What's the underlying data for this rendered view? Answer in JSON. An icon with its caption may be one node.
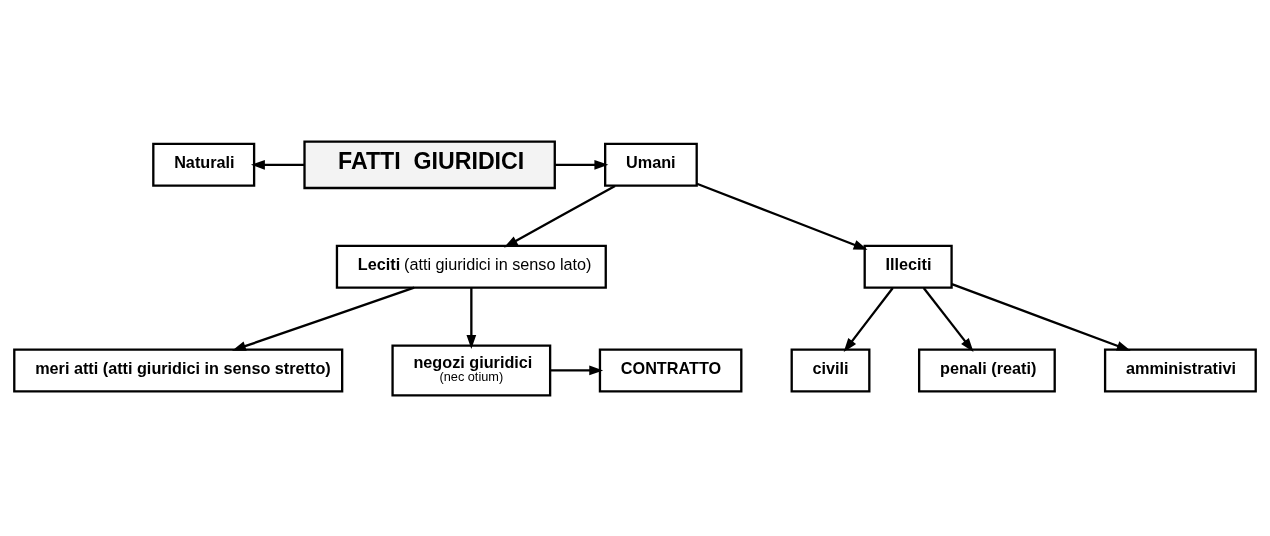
{
  "diagram": {
    "nodes": [
      {
        "text": [
          "FATTI  GIURIDICI"
        ]
      },
      {
        "text": [
          "Naturali"
        ]
      },
      {
        "text": [
          "Umani"
        ]
      },
      {
        "text": [
          "**Leciti** (atti giuridici in senso lato)"
        ]
      },
      {
        "text": [
          "Illeciti"
        ]
      },
      {
        "text": [
          "meri atti (atti giuridici in senso stretto)"
        ]
      },
      {
        "text": [
          "negozi giuridici",
          "(nec otium)"
        ]
      },
      {
        "text": [
          "CONTRATTO"
        ]
      },
      {
        "text": [
          "civili"
        ]
      },
      {
        "text": [
          "penali (reati)"
        ]
      },
      {
        "text": [
          "amministrativi"
        ]
      }
    ],
    "edges": [
      {
        "from": 0,
        "to": 1,
        "arrow": "to"
      },
      {
        "from": 0,
        "to": 2,
        "arrow": "to"
      },
      {
        "from": 2,
        "to": 3,
        "arrow": "to"
      },
      {
        "from": 2,
        "to": 4,
        "arrow": "to"
      },
      {
        "from": 3,
        "to": 5,
        "arrow": "to"
      },
      {
        "from": 3,
        "to": 6,
        "arrow": "to"
      },
      {
        "from": 6,
        "to": 7,
        "arrow": "to"
      },
      {
        "from": 4,
        "to": 8,
        "arrow": "to"
      },
      {
        "from": 4,
        "to": 9,
        "arrow": "to"
      },
      {
        "from": 4,
        "to": 10,
        "arrow": "to"
      }
    ]
  }
}
